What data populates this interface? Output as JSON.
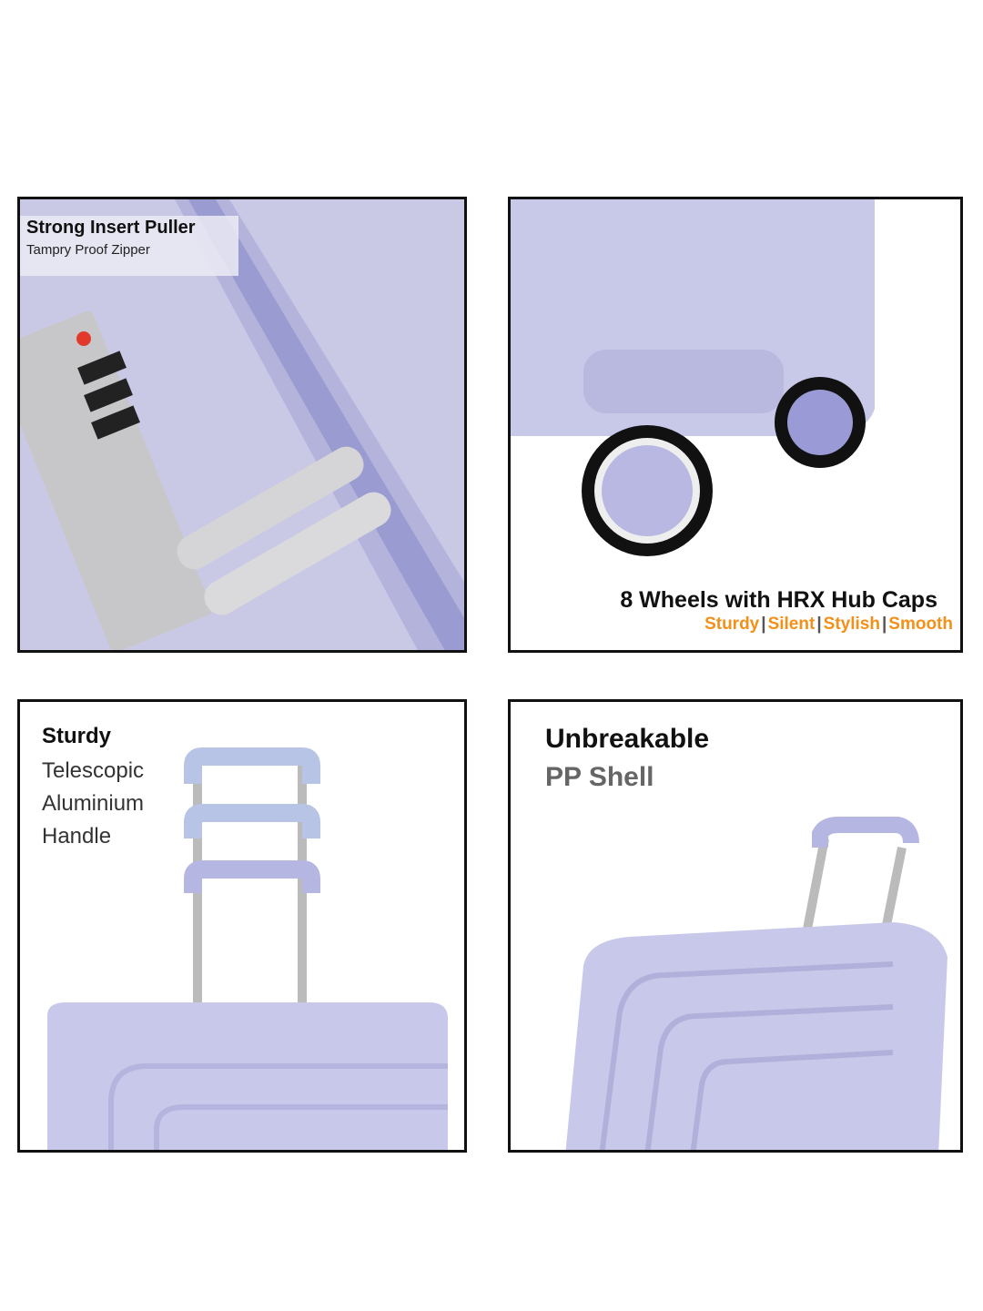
{
  "panels": {
    "zipper": {
      "title": "Strong Insert Puller",
      "subtitle": "Tampry Proof Zipper"
    },
    "wheels": {
      "title": "8 Wheels with HRX Hub Caps",
      "tags": [
        "Sturdy",
        "Silent",
        "Stylish",
        "Smooth"
      ],
      "separator": "|"
    },
    "handle": {
      "title": "Sturdy",
      "lines": [
        "Telescopic",
        "Aluminium",
        "Handle"
      ]
    },
    "shell": {
      "title": "Unbreakable",
      "subtitle": "PP Shell"
    }
  },
  "colors": {
    "lavender": "#c8c8e8",
    "accent": "#f39019"
  }
}
